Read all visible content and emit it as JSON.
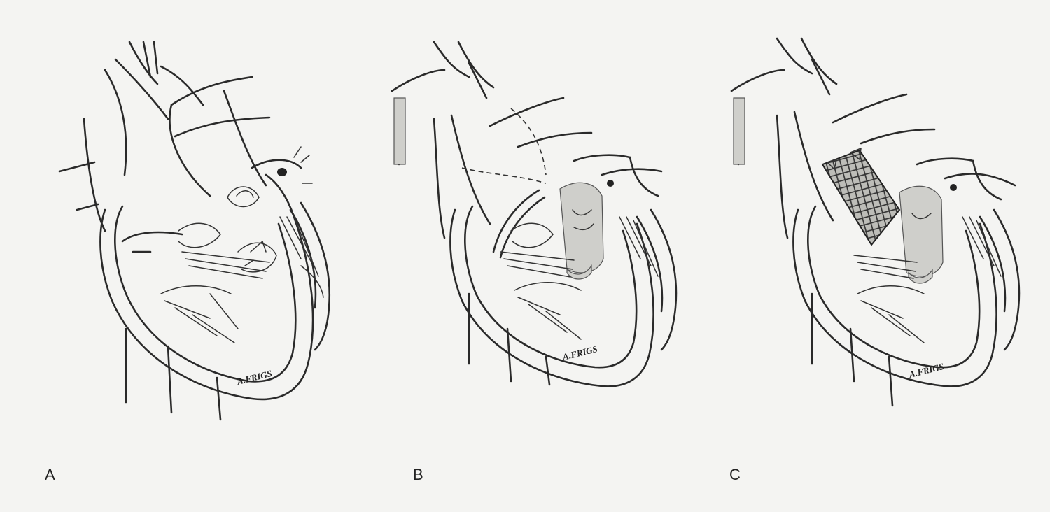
{
  "panels": [
    {
      "id": "A",
      "label": "A",
      "signature": "A.FRIGS",
      "variant": "native"
    },
    {
      "id": "B",
      "label": "B",
      "signature": "A.FRIGS",
      "variant": "conduit"
    },
    {
      "id": "C",
      "label": "C",
      "signature": "A.FRIGS",
      "variant": "stent-valve"
    }
  ],
  "colors": {
    "background": "#f4f4f2",
    "line": "#2a2a2a",
    "shading": "#cfcfcb"
  }
}
